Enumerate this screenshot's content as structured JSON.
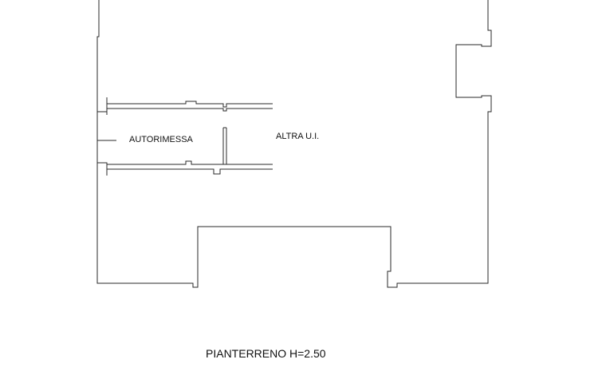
{
  "plan": {
    "rooms": {
      "garage": "AUTORIMESSA",
      "other_unit": "ALTRA U.I."
    },
    "floor_caption": "PIANTERRENO H=2.50"
  }
}
